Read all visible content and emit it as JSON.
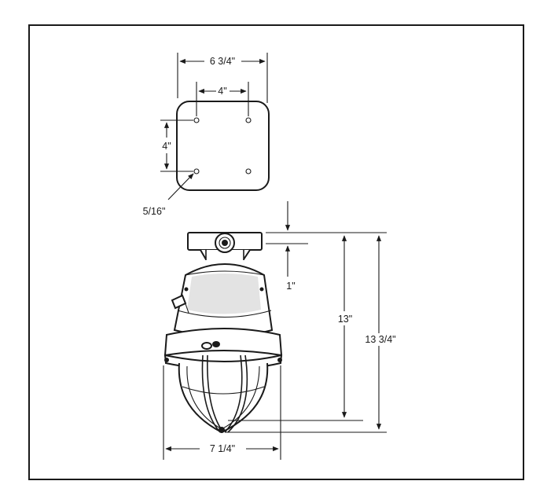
{
  "colors": {
    "ink": "#1a1a1a",
    "background": "#ffffff"
  },
  "dimensions": {
    "plate_width": "6 3/4\"",
    "hole_spacing_horizontal": "4\"",
    "hole_spacing_vertical": "4\"",
    "hole_diameter": "5/16\"",
    "cap_height": "1\"",
    "fixture_height": "13\"",
    "overall_height": "13 3/4\"",
    "fixture_width": "7 1/4\""
  }
}
